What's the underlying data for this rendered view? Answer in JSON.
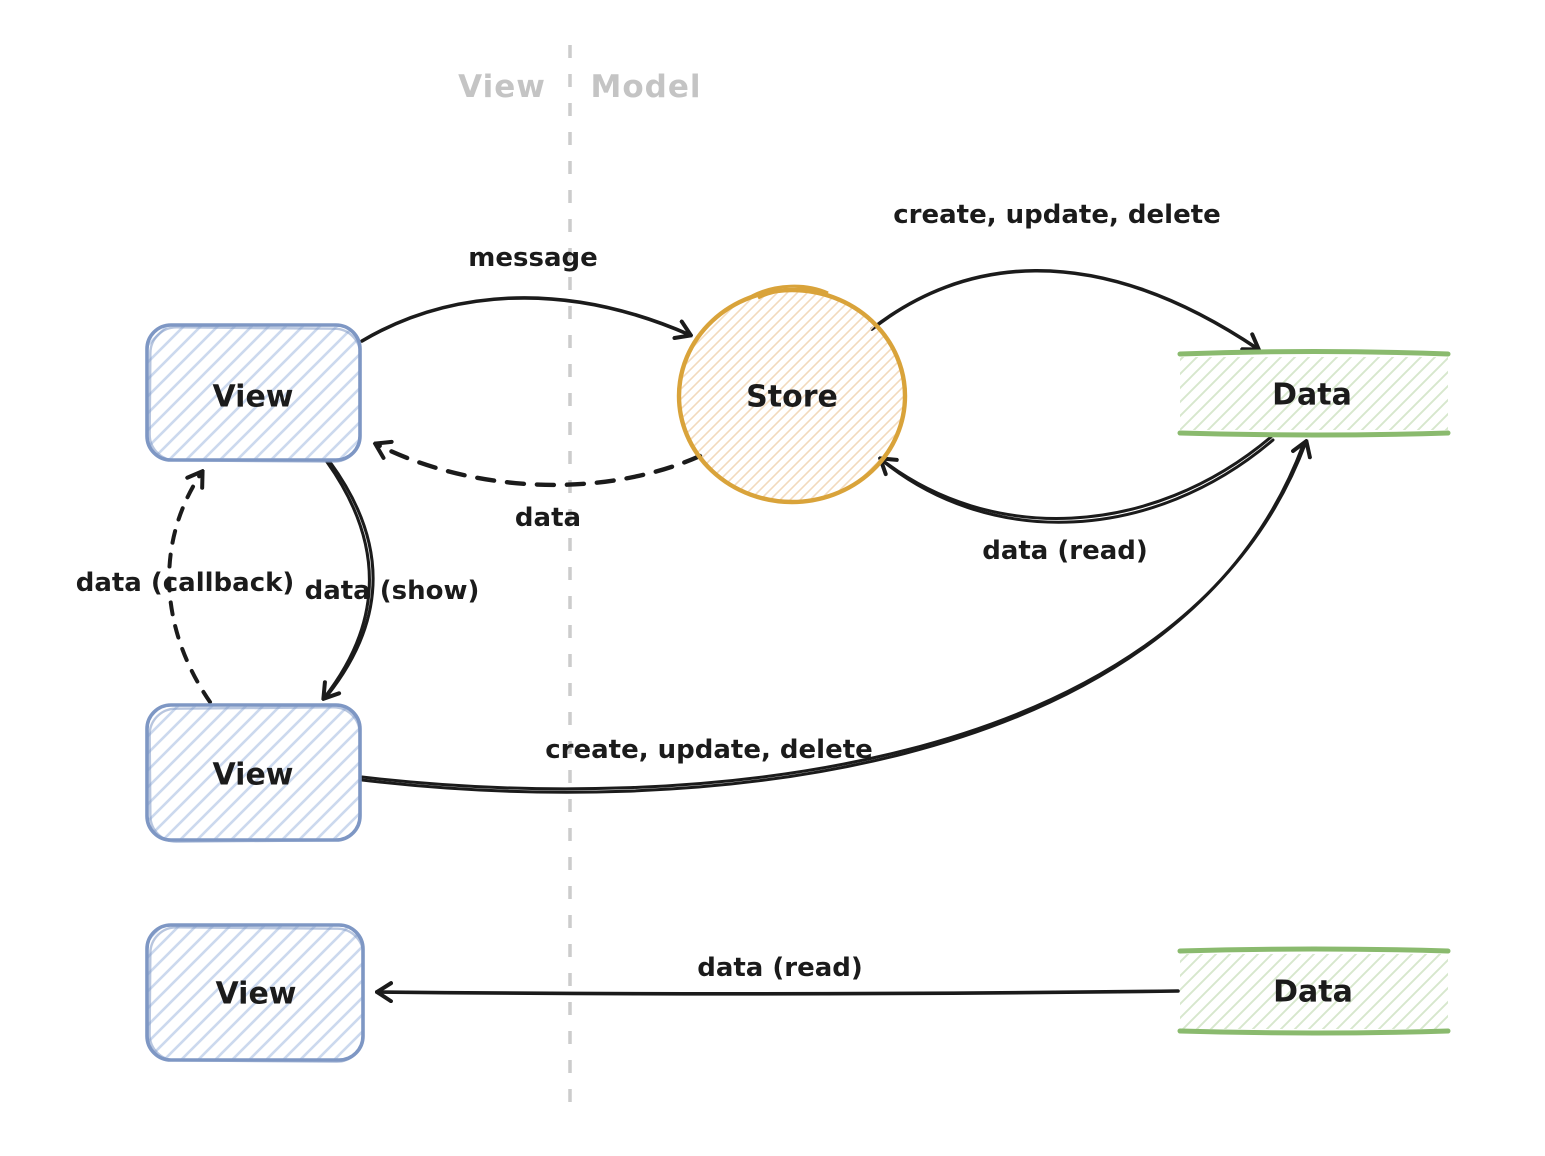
{
  "diagram": {
    "lanes": {
      "left_label": "View",
      "right_label": "Model"
    },
    "nodes": {
      "view1": {
        "label": "View",
        "type": "view-box"
      },
      "view2": {
        "label": "View",
        "type": "view-box"
      },
      "view3": {
        "label": "View",
        "type": "view-box"
      },
      "store": {
        "label": "Store",
        "type": "store-circle"
      },
      "data1": {
        "label": "Data",
        "type": "data-band"
      },
      "data2": {
        "label": "Data",
        "type": "data-band"
      }
    },
    "edges": {
      "message": {
        "label": "message",
        "from": "view1",
        "to": "store",
        "style": "solid"
      },
      "data_back": {
        "label": "data",
        "from": "store",
        "to": "view1",
        "style": "dashed"
      },
      "cud_store": {
        "label": "create, update, delete",
        "from": "store",
        "to": "data1",
        "style": "solid"
      },
      "data_read_store": {
        "label": "data (read)",
        "from": "data1",
        "to": "store",
        "style": "solid"
      },
      "data_show": {
        "label": "data (show)",
        "from": "view1",
        "to": "view2",
        "style": "solid"
      },
      "data_callback": {
        "label": "data (callback)",
        "from": "view2",
        "to": "view1",
        "style": "dashed"
      },
      "cud_view": {
        "label": "create, update, delete",
        "from": "view2",
        "to": "data1",
        "style": "solid"
      },
      "data_read_view": {
        "label": "data (read)",
        "from": "data2",
        "to": "view3",
        "style": "solid"
      }
    },
    "colors": {
      "ink": "#1b1b1b",
      "muted": "#c4c4c4",
      "muted_line": "#cccccc",
      "view_border": "#7e97c4",
      "view_hatch": "#ccd9ee",
      "store_border": "#d9a33a",
      "store_hatch": "#f2dabd",
      "data_border": "#8aba6e",
      "data_hatch": "#d7e7cd"
    }
  }
}
